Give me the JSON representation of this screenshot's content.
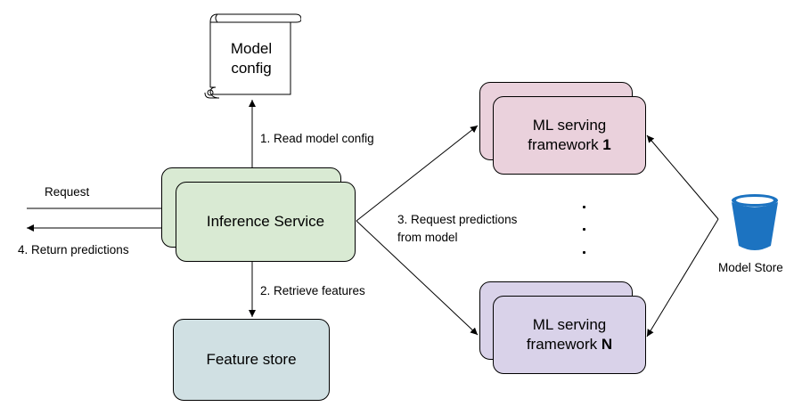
{
  "config": {
    "line1": "Model",
    "line2": "config"
  },
  "inference": {
    "label": "Inference Service"
  },
  "feature_store": {
    "label": "Feature store"
  },
  "ml_top": {
    "line1": "ML serving",
    "line2": "framework ",
    "index": "1"
  },
  "ml_bottom": {
    "line1": "ML serving",
    "line2": "framework ",
    "index": "N"
  },
  "model_store": {
    "label": "Model Store"
  },
  "edges": {
    "read_config": "1. Read model config",
    "retrieve": "2. Retrieve features",
    "request_predictions_1": "3. Request predictions",
    "request_predictions_2": "from model",
    "request": "Request",
    "return": "4. Return predictions"
  },
  "colors": {
    "inference_fill": "#d9ead3",
    "feature_fill": "#d0e0e3",
    "ml_top_fill": "#ead1dc",
    "ml_bottom_fill": "#d9d2e9",
    "bucket": "#1c73c1"
  }
}
